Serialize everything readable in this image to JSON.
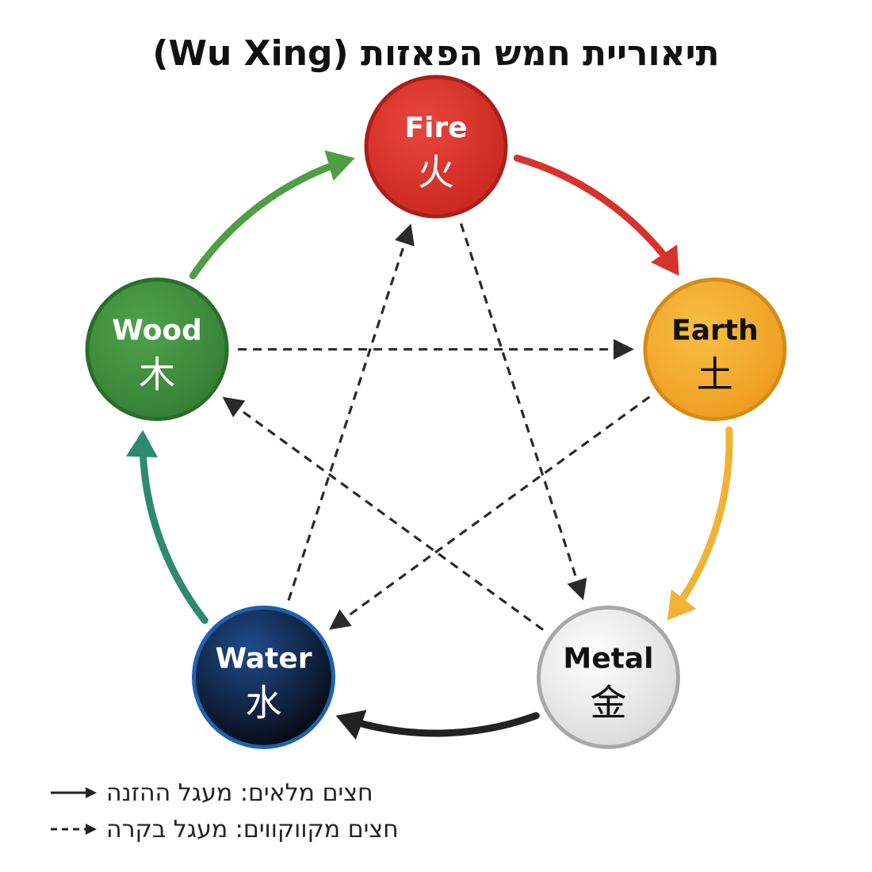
{
  "title": "תיאוריית חמש הפאזות (Wu Xing)",
  "elements": [
    {
      "id": "fire",
      "name": "Fire",
      "glyph": "火",
      "fill": "#d8322c",
      "stroke": "#a91f1b",
      "text_color": "#ffffff"
    },
    {
      "id": "earth",
      "name": "Earth",
      "glyph": "土",
      "fill": "#f2a92a",
      "stroke": "#d68b15",
      "text_color": "#111111"
    },
    {
      "id": "metal",
      "name": "Metal",
      "glyph": "金",
      "fill": "#ececec",
      "stroke": "#a8a8a8",
      "text_color": "#111111"
    },
    {
      "id": "water",
      "name": "Water",
      "glyph": "水",
      "fill": "#0d1e3a",
      "stroke": "#1f62b0",
      "text_color": "#ffffff"
    },
    {
      "id": "wood",
      "name": "Wood",
      "glyph": "木",
      "fill": "#3f8f3f",
      "stroke": "#2a6e2c",
      "text_color": "#ffffff"
    }
  ],
  "generating_cycle": [
    {
      "from": "fire",
      "to": "earth",
      "color": "#d8322c"
    },
    {
      "from": "earth",
      "to": "metal",
      "color": "#f2b233"
    },
    {
      "from": "metal",
      "to": "water",
      "color": "#222222"
    },
    {
      "from": "water",
      "to": "wood",
      "color": "#2e8a6e"
    },
    {
      "from": "wood",
      "to": "fire",
      "color": "#4f9d45"
    }
  ],
  "controlling_cycle": [
    {
      "from": "wood",
      "to": "earth"
    },
    {
      "from": "earth",
      "to": "water"
    },
    {
      "from": "water",
      "to": "fire"
    },
    {
      "from": "fire",
      "to": "metal"
    },
    {
      "from": "metal",
      "to": "wood"
    }
  ],
  "legend": {
    "solid_label": "חצים מלאים: מעגל ההזנה",
    "dashed_label": "חצים מקווקווים: מעגל בקרה"
  }
}
